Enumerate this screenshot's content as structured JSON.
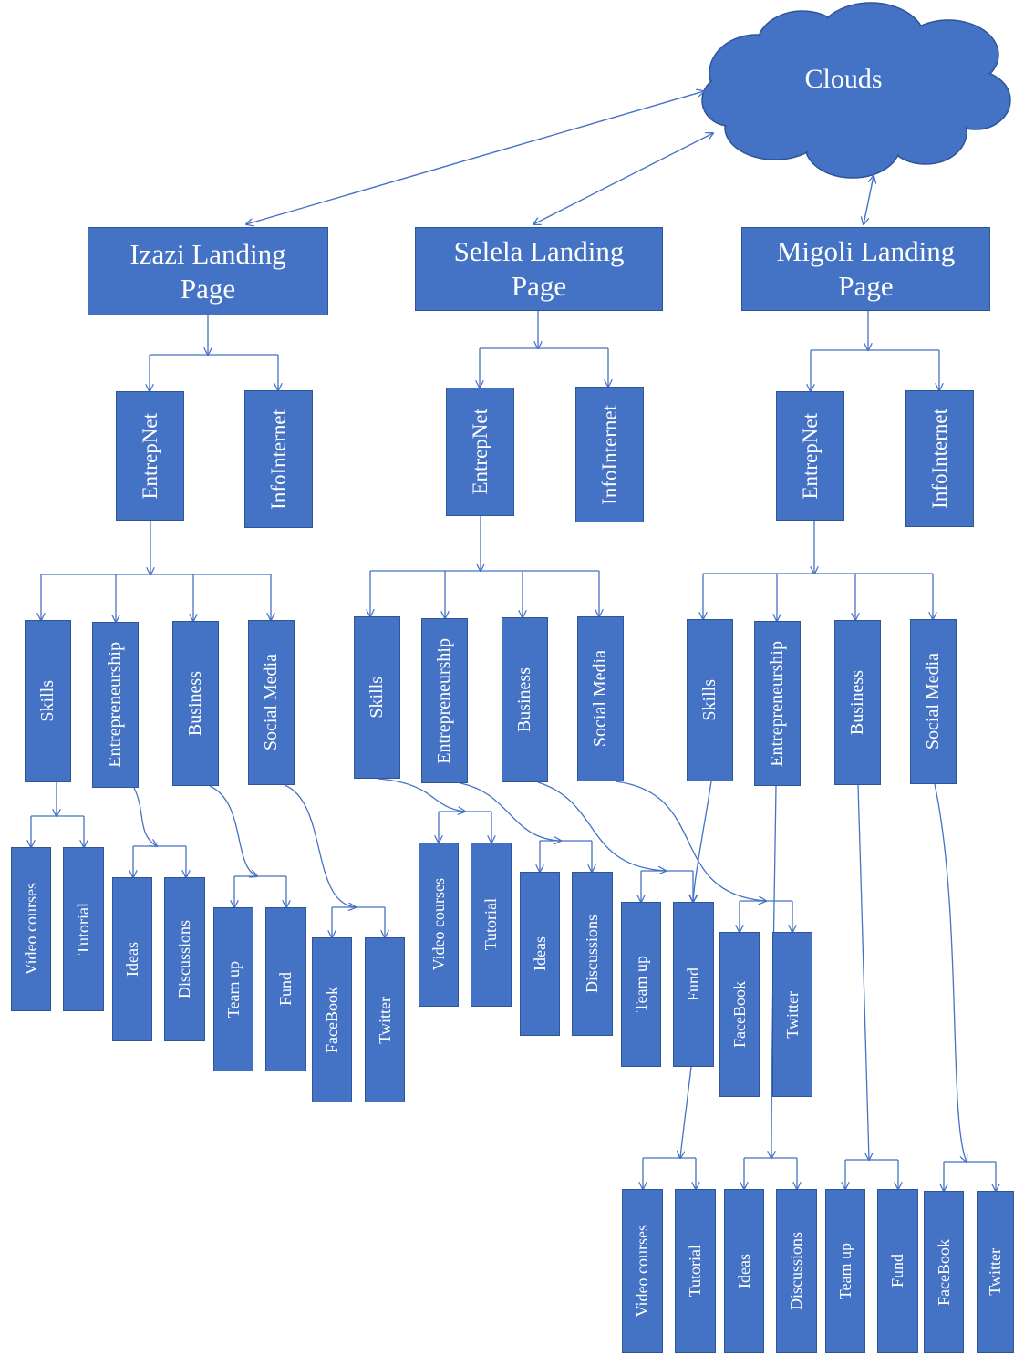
{
  "cloud": {
    "label": "Clouds"
  },
  "landing_pages": [
    {
      "line1": "Izazi Landing",
      "line2": "Page"
    },
    {
      "line1": "Selela Landing",
      "line2": "Page"
    },
    {
      "line1": "Migoli Landing",
      "line2": "Page"
    }
  ],
  "networks": [
    {
      "entrepnet": "EntrepNet",
      "infointernet": "InfoInternet"
    },
    {
      "entrepnet": "EntrepNet",
      "infointernet": "InfoInternet"
    },
    {
      "entrepnet": "EntrepNet",
      "infointernet": "InfoInternet"
    }
  ],
  "categories": [
    [
      "Skills",
      "Entrepreneurship",
      "Business",
      "Social Media"
    ],
    [
      "Skills",
      "Entrepreneurship",
      "Business",
      "Social Media"
    ],
    [
      "Skills",
      "Entrepreneurship",
      "Business",
      "Social Media"
    ]
  ],
  "leaves": [
    [
      "Video courses",
      "Tutorial",
      "Ideas",
      "Discussions",
      "Team up",
      "Fund",
      "FaceBook",
      "Twitter"
    ],
    [
      "Video courses",
      "Tutorial",
      "Ideas",
      "Discussions",
      "Team up",
      "Fund",
      "FaceBook",
      "Twitter"
    ],
    [
      "Video courses",
      "Tutorial",
      "Ideas",
      "Discussions",
      "Team up",
      "Fund",
      "FaceBook",
      "Twitter"
    ]
  ],
  "colors": {
    "box_fill": "#4472c4",
    "box_border": "#2f5597",
    "connector": "#4472c4",
    "text": "#ffffff"
  }
}
